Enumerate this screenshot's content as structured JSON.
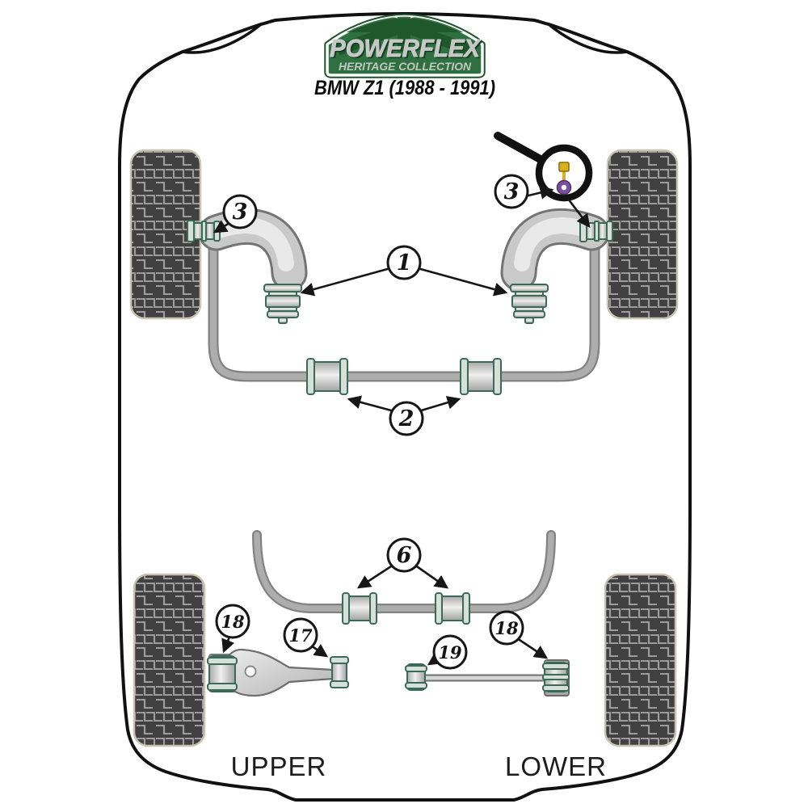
{
  "logo": {
    "brand": "POWERFLEX",
    "collection": "HERITAGE COLLECTION"
  },
  "vehicle_title": "BMW Z1 (1988 - 1991)",
  "callouts": {
    "front_wishbone_rear_bush": "1",
    "front_anti_roll_bar_bush": "2",
    "front_wishbone_front_bush_left": "3",
    "front_wishbone_front_bush_right": "3",
    "rear_anti_roll_bar_bush": "6",
    "rear_upper_arm_outer_bush": "17",
    "rear_upper_arm_inner_bush": "18",
    "rear_lower_arm_inner_bush": "19",
    "rear_lower_arm_outer_bush": "18"
  },
  "footer": {
    "upper_label": "UPPER",
    "lower_label": "LOWER"
  },
  "colors": {
    "brand_green": "#2E7040",
    "brand_green_dark": "#1D5429",
    "bushing_green": "#3A6B58",
    "pin_gold": "#D9B021",
    "pin_gold_dark": "#8A6D00",
    "washer_purple": "#7B4FA0",
    "outline_black": "#111111"
  }
}
